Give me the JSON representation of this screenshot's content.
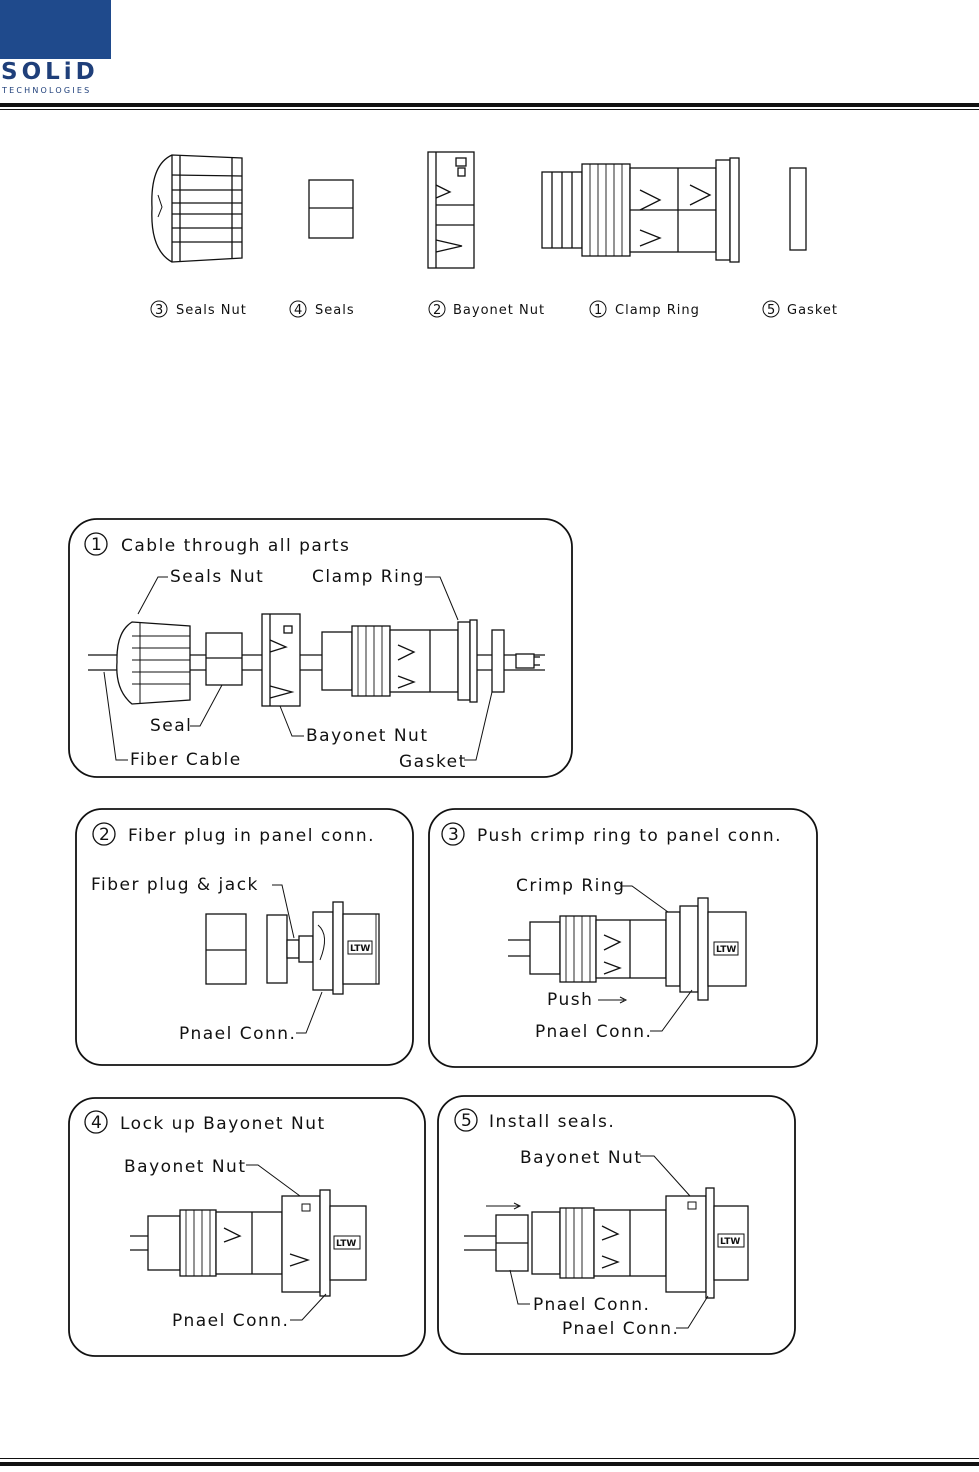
{
  "header": {
    "logo_text": "SOLiD",
    "logo_subtext": "TECHNOLOGIES"
  },
  "parts": [
    {
      "num": "3",
      "label": "Seals  Nut"
    },
    {
      "num": "4",
      "label": "Seals"
    },
    {
      "num": "2",
      "label": "Bayonet  Nut"
    },
    {
      "num": "1",
      "label": "Clamp  Ring"
    },
    {
      "num": "5",
      "label": "Gasket"
    }
  ],
  "steps": [
    {
      "num": "1",
      "title": "Cable  through  all  parts",
      "callouts": [
        "Seals  Nut",
        "Clamp  Ring",
        "Seal",
        "Bayonet  Nut",
        "Fiber  Cable",
        "Gasket"
      ]
    },
    {
      "num": "2",
      "title": "Fiber  plug  in  panel  conn.",
      "callouts": [
        "Fiber  plug  &  jack",
        "Pnael  Conn."
      ]
    },
    {
      "num": "3",
      "title": "Push  crimp  ring  to  panel  conn.",
      "callouts": [
        "Crimp  Ring",
        "Push",
        "Pnael  Conn."
      ]
    },
    {
      "num": "4",
      "title": "Lock  up  Bayonet  Nut",
      "callouts": [
        "Bayonet  Nut",
        "Pnael  Conn."
      ]
    },
    {
      "num": "5",
      "title": "Install  seals.",
      "callouts": [
        "Bayonet  Nut",
        "Pnael  Conn.",
        "Pnael  Conn."
      ]
    }
  ],
  "connector_mark": "LTW"
}
